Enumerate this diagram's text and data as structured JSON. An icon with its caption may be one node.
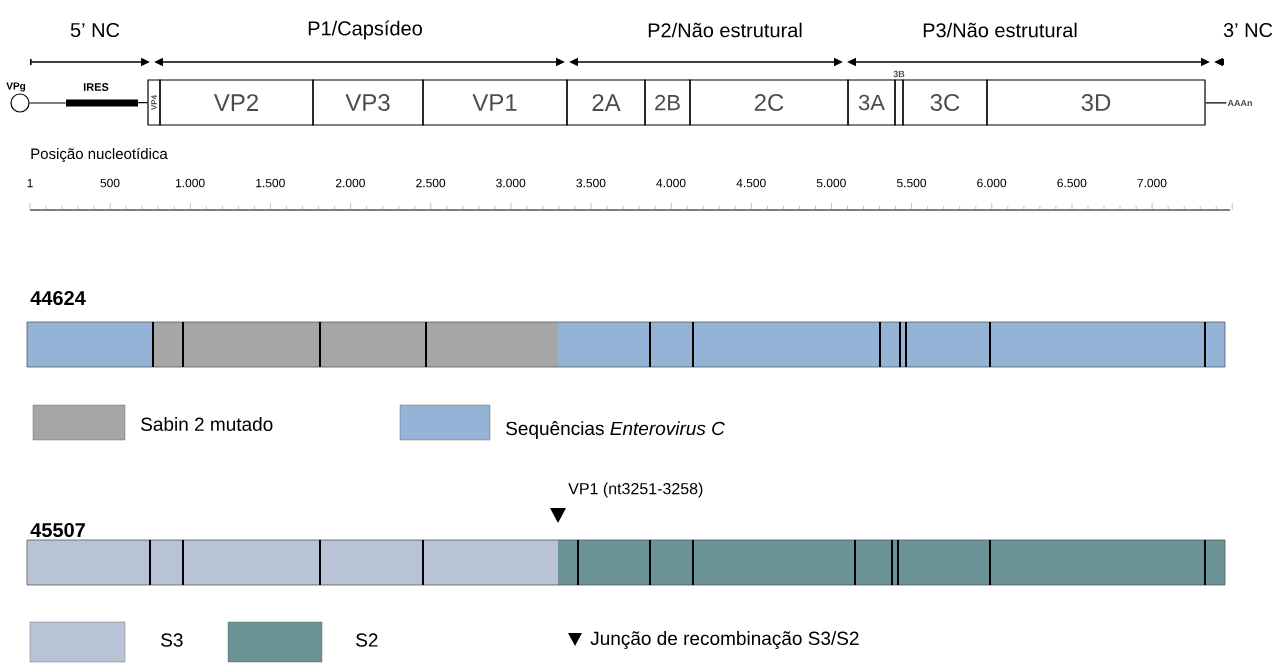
{
  "diagram": {
    "nodes": [
      {
        "text": [],
        "shape": "circle",
        "beside": [
          "VPg"
        ]
      },
      {
        "text": [],
        "shape": "bar",
        "beside": [
          "IRES"
        ]
      },
      {
        "text": [
          "VP4"
        ]
      },
      {
        "text": [
          "VP2"
        ]
      },
      {
        "text": [
          "VP3"
        ]
      },
      {
        "text": [
          "VP1"
        ]
      },
      {
        "text": [
          "2A"
        ]
      },
      {
        "text": [
          "2B"
        ]
      },
      {
        "text": [
          "2C"
        ]
      },
      {
        "text": [
          "3A"
        ]
      },
      {
        "text": [
          "3B"
        ]
      },
      {
        "text": [
          "3C"
        ]
      },
      {
        "text": [
          "3D"
        ]
      },
      {
        "text": [
          "AAAn"
        ]
      }
    ],
    "edges": [
      {
        "from": 0,
        "to": 1,
        "arrow": "none"
      },
      {
        "from": 1,
        "to": 2,
        "arrow": "none"
      },
      {
        "from": 12,
        "to": 13,
        "arrow": "none"
      }
    ],
    "labels": [
      "5’ NC",
      "P1/Capsídeo",
      "P2/Não estrutural",
      "P3/Não estrutural",
      "3’ NC",
      "Posição nucleotídica",
      "1",
      "500",
      "1.000",
      "1.500",
      "2.000",
      "2.500",
      "3.000",
      "3.500",
      "4.000",
      "4.500",
      "5.000",
      "5.500",
      "6.000",
      "6.500",
      "7.000",
      "44624",
      "VP1 (nt3251-3258)",
      "45507"
    ],
    "legend": [
      {
        "text": "Sabin 2 mutado",
        "color": "#a6a6a6"
      },
      {
        "text": "Sequências *Enterovirus C*",
        "color": "#95b3d7"
      },
      {
        "text": "S3",
        "color": "#b8c4d6"
      },
      {
        "text": "S2",
        "color": "#6b9297"
      },
      {
        "text": "Junção de recombinação S3/S2"
      }
    ]
  }
}
